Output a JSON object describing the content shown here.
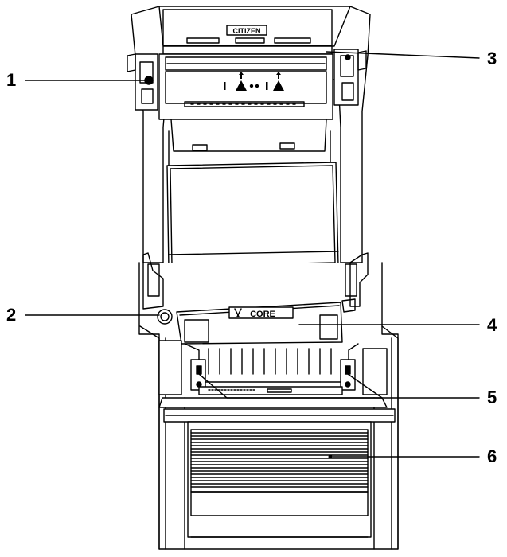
{
  "diagram": {
    "callouts": [
      {
        "id": "1",
        "label": "1"
      },
      {
        "id": "2",
        "label": "2"
      },
      {
        "id": "3",
        "label": "3"
      },
      {
        "id": "4",
        "label": "4"
      },
      {
        "id": "5",
        "label": "5"
      },
      {
        "id": "6",
        "label": "6"
      }
    ],
    "printed_text": {
      "brand_plate": "CITIZEN",
      "core_label": "CORE"
    },
    "colors": {
      "line": "#000000",
      "fill": "#ffffff"
    }
  }
}
